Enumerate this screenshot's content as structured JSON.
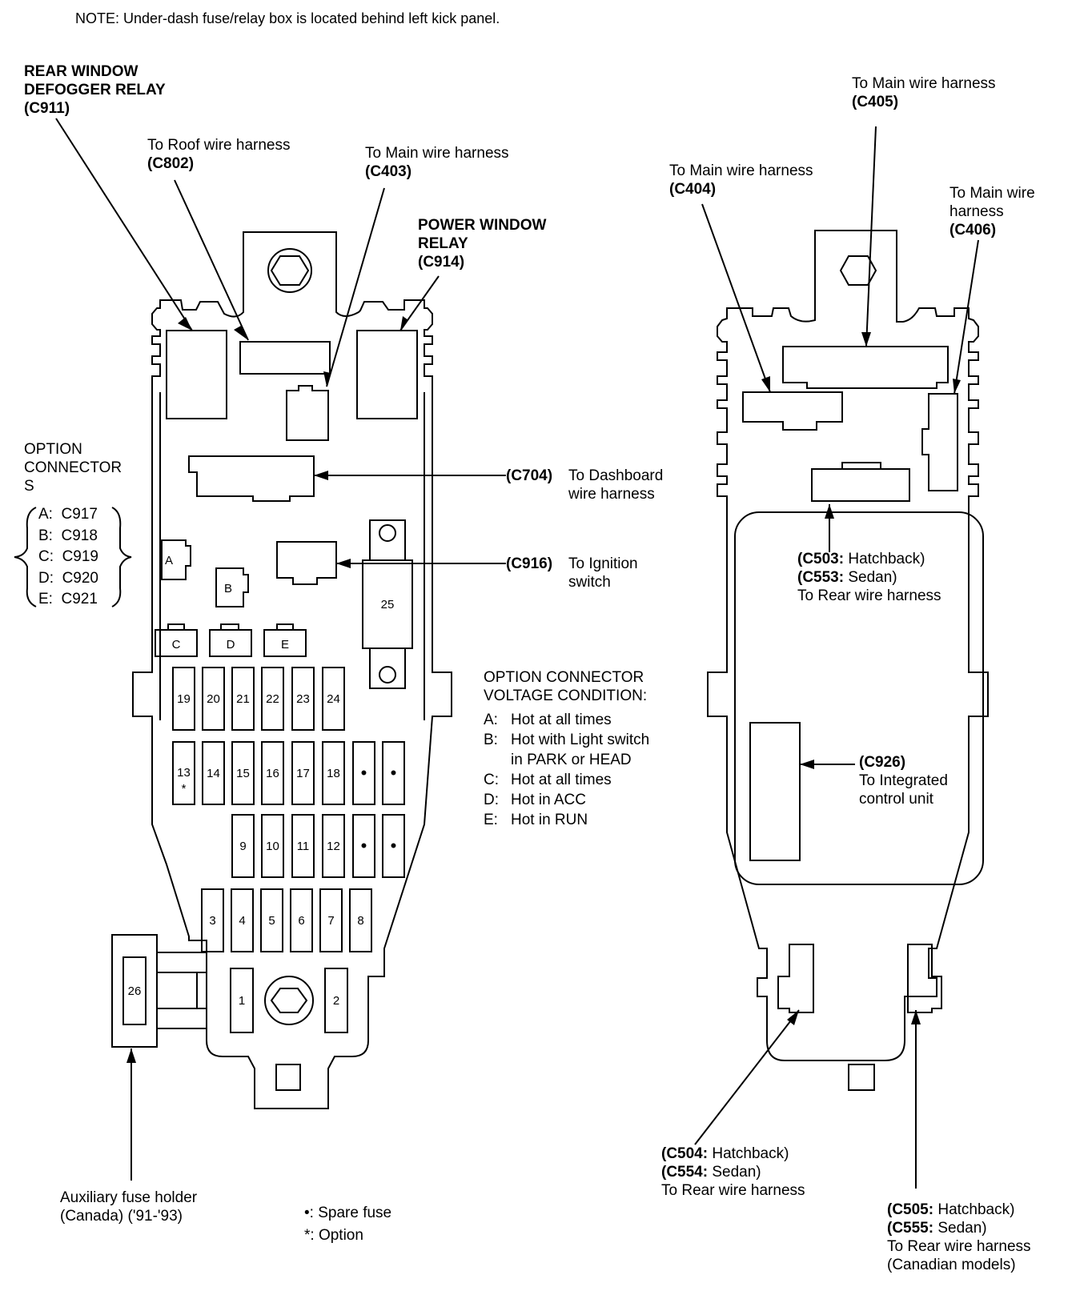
{
  "note": "NOTE: Under-dash fuse/relay box is located behind left kick panel.",
  "callouts": {
    "rear_defogger": {
      "name_l1": "REAR WINDOW",
      "name_l2": "DEFOGGER RELAY",
      "code": "(C911)"
    },
    "roof_harness": {
      "text": "To Roof wire harness",
      "code": "(C802)"
    },
    "main_c403": {
      "text": "To Main wire harness",
      "code": "(C403)"
    },
    "power_window": {
      "name_l1": "POWER WINDOW",
      "name_l2": "RELAY",
      "code": "(C914)"
    },
    "c704": {
      "code": "(C704)",
      "text_l1": "To Dashboard",
      "text_l2": "wire harness"
    },
    "c916": {
      "code": "(C916)",
      "text_l1": "To Ignition",
      "text_l2": "switch"
    },
    "aux_fuse": {
      "l1": "Auxiliary fuse holder",
      "l2": "(Canada) ('91-'93)"
    },
    "main_c405": {
      "text": "To Main wire harness",
      "code": "(C405)"
    },
    "main_c404": {
      "text": "To Main wire harness",
      "code": "(C404)"
    },
    "main_c406": {
      "l1": "To Main wire",
      "l2": "harness",
      "code": "(C406)"
    },
    "c503": {
      "code1": "(C503:",
      "v1": " Hatchback)",
      "code2": "(C553:",
      "v2": " Sedan)",
      "l3": "To Rear wire harness"
    },
    "c926": {
      "code": "(C926)",
      "l1": "To Integrated",
      "l2": "control unit"
    },
    "c504": {
      "code1": "(C504:",
      "v1": " Hatchback)",
      "code2": "(C554:",
      "v2": " Sedan)",
      "l3": "To Rear wire harness"
    },
    "c505": {
      "code1": "(C505:",
      "v1": " Hatchback)",
      "code2": "(C555:",
      "v2": " Sedan)",
      "l3": "To Rear wire harness",
      "l4": "(Canadian models)"
    }
  },
  "option_connectors": {
    "title_l1": "OPTION",
    "title_l2": "CONNECTOR",
    "title_l3": "S",
    "items": [
      {
        "key": "A:",
        "code": "C917"
      },
      {
        "key": "B:",
        "code": "C918"
      },
      {
        "key": "C:",
        "code": "C919"
      },
      {
        "key": "D:",
        "code": "C920"
      },
      {
        "key": "E:",
        "code": "C921"
      }
    ]
  },
  "voltage": {
    "title_l1": "OPTION CONNECTOR",
    "title_l2": "VOLTAGE CONDITION:",
    "items": [
      {
        "key": "A:",
        "l1": "Hot at all times",
        "l2": ""
      },
      {
        "key": "B:",
        "l1": "Hot with Light switch",
        "l2": "in PARK or HEAD"
      },
      {
        "key": "C:",
        "l1": "Hot at all times",
        "l2": ""
      },
      {
        "key": "D:",
        "l1": "Hot in ACC",
        "l2": ""
      },
      {
        "key": "E:",
        "l1": "Hot in RUN",
        "l2": ""
      }
    ]
  },
  "legend": {
    "spare_symbol": "•",
    "spare_text": ":  Spare fuse",
    "option_symbol": "*",
    "option_text": ":  Option"
  },
  "connector_letters": [
    "A",
    "B",
    "C",
    "D",
    "E"
  ],
  "fuses": {
    "row_19_24": [
      "19",
      "20",
      "21",
      "22",
      "23",
      "24"
    ],
    "row_13_18": [
      "13",
      "14",
      "15",
      "16",
      "17",
      "18"
    ],
    "row_9_12": [
      "9",
      "10",
      "11",
      "12"
    ],
    "row_3_8": [
      "3",
      "4",
      "5",
      "6",
      "7",
      "8"
    ],
    "fuse_1": "1",
    "fuse_2": "2",
    "fuse_25": "25",
    "fuse_26": "26",
    "option_mark": "*",
    "spare_mark": "•"
  }
}
